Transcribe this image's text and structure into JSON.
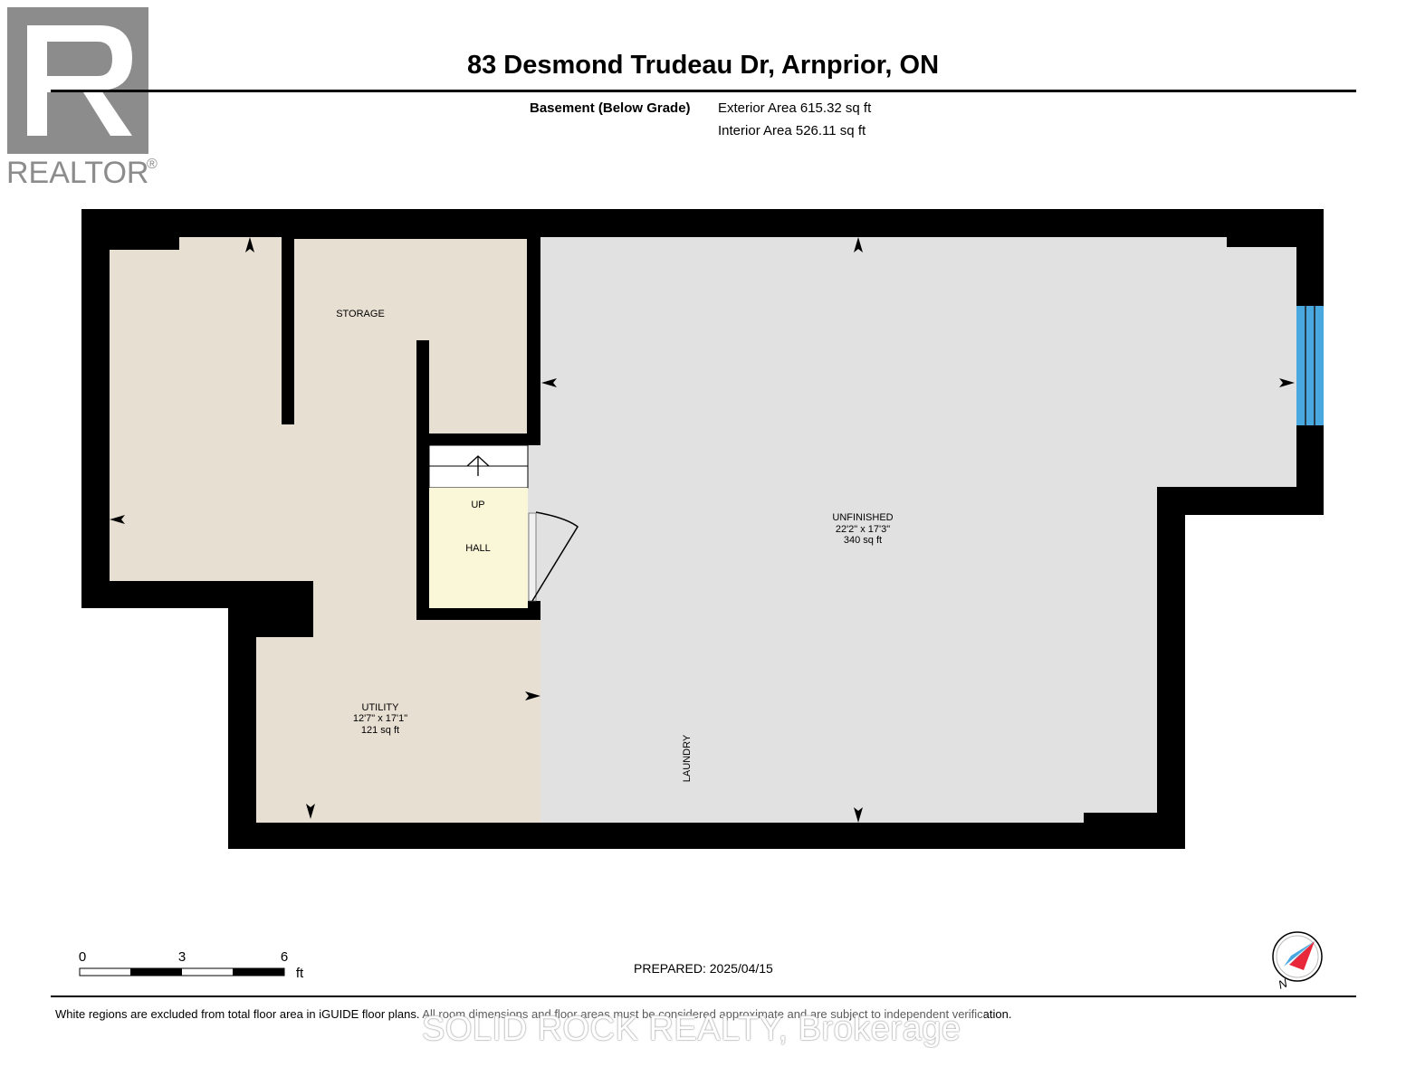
{
  "header": {
    "title": "83 Desmond Trudeau Dr, Arnprior, ON",
    "floor_name": "Basement (Below Grade)",
    "exterior_area": "Exterior Area 615.32 sq ft",
    "interior_area": "Interior Area 526.11 sq ft"
  },
  "logo": {
    "text": "REALTOR",
    "mark": "®"
  },
  "rooms": {
    "storage": {
      "name": "STORAGE"
    },
    "hall": {
      "name": "HALL",
      "stairs": "UP"
    },
    "utility": {
      "name": "UTILITY",
      "dims": "12'7\" x 17'1\"",
      "area": "121 sq ft"
    },
    "unfinished": {
      "name": "UNFINISHED",
      "dims": "22'2\" x 17'3\"",
      "area": "340 sq ft"
    },
    "laundry": {
      "name": "LAUNDRY"
    }
  },
  "scale": {
    "ticks": [
      "0",
      "3",
      "6"
    ],
    "unit": "ft"
  },
  "compass": {
    "label": "N"
  },
  "footer": {
    "prepared": "PREPARED: 2025/04/15",
    "disclaimer": "White regions are excluded from total floor area in iGUIDE floor plans. All room dimensions and floor areas must be considered approximate and are subject to independent verification.",
    "brokerage": "SOLID ROCK REALTY, Brokerage"
  },
  "colors": {
    "wall": "#000000",
    "beige_floor": "#e8dfd3",
    "hall_floor": "#faf6d8",
    "unfinished_floor": "#e1e1e1",
    "window": "#4aa8e0",
    "logo_gray": "#8c8c8c",
    "compass_red": "#e8283a",
    "compass_blue": "#4aa8e0"
  }
}
